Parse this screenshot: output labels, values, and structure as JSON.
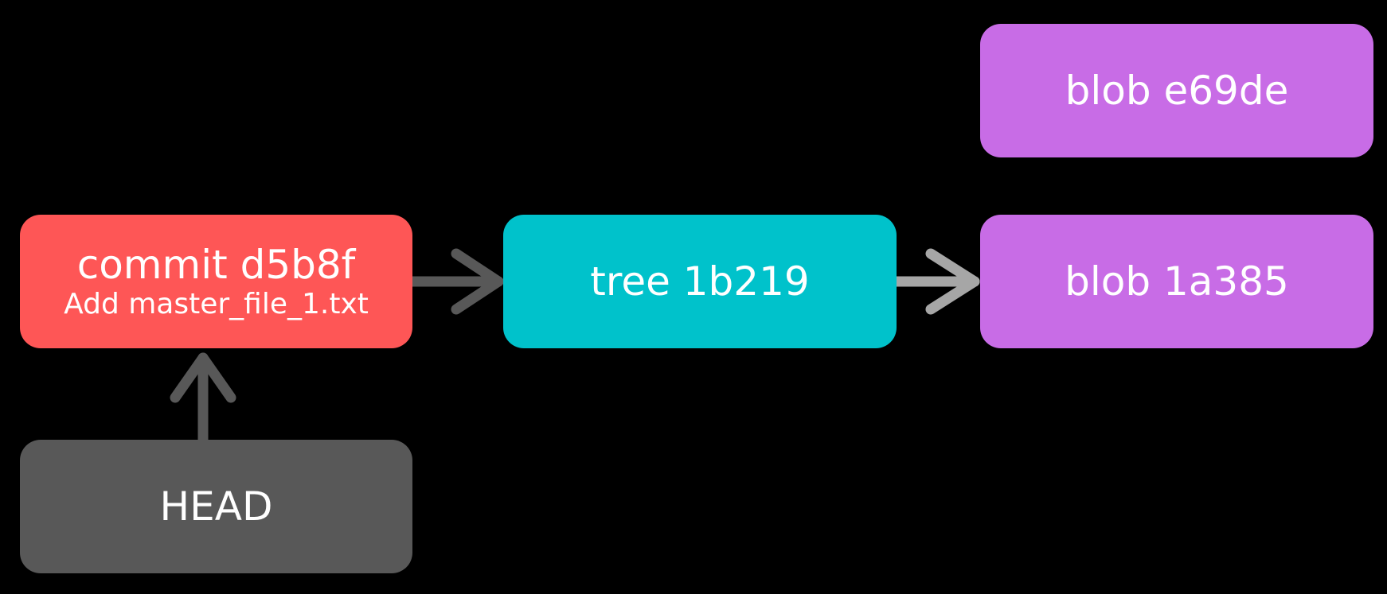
{
  "nodes": {
    "commit": {
      "title": "commit d5b8f",
      "subtitle": "Add master_file_1.txt",
      "color": "#fe5656"
    },
    "tree": {
      "title": "tree 1b219",
      "color": "#00c2cb"
    },
    "blob_top": {
      "title": "blob e69de",
      "color": "#c86ce6"
    },
    "blob_mid": {
      "title": "blob 1a385",
      "color": "#c86ce6"
    },
    "head": {
      "title": "HEAD",
      "color": "#585858"
    }
  },
  "arrows": {
    "head_to_commit": {
      "color": "#585858"
    },
    "commit_to_tree": {
      "color": "#585858"
    },
    "tree_to_blob": {
      "color": "#a6a6a6"
    }
  },
  "background": "#000000"
}
